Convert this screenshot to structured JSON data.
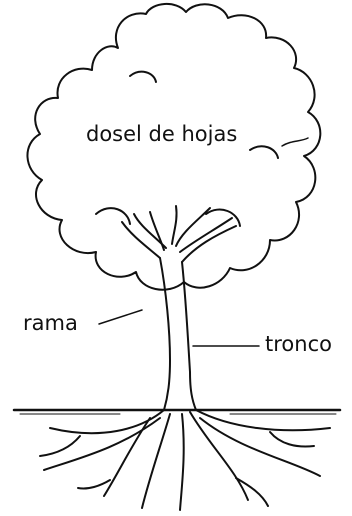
{
  "diagram": {
    "subject": "tree-parts",
    "labels": {
      "canopy": "dosel de hojas",
      "branch": "rama",
      "trunk": "tronco"
    },
    "colors": {
      "ink": "#111111",
      "background": "#ffffff"
    }
  }
}
